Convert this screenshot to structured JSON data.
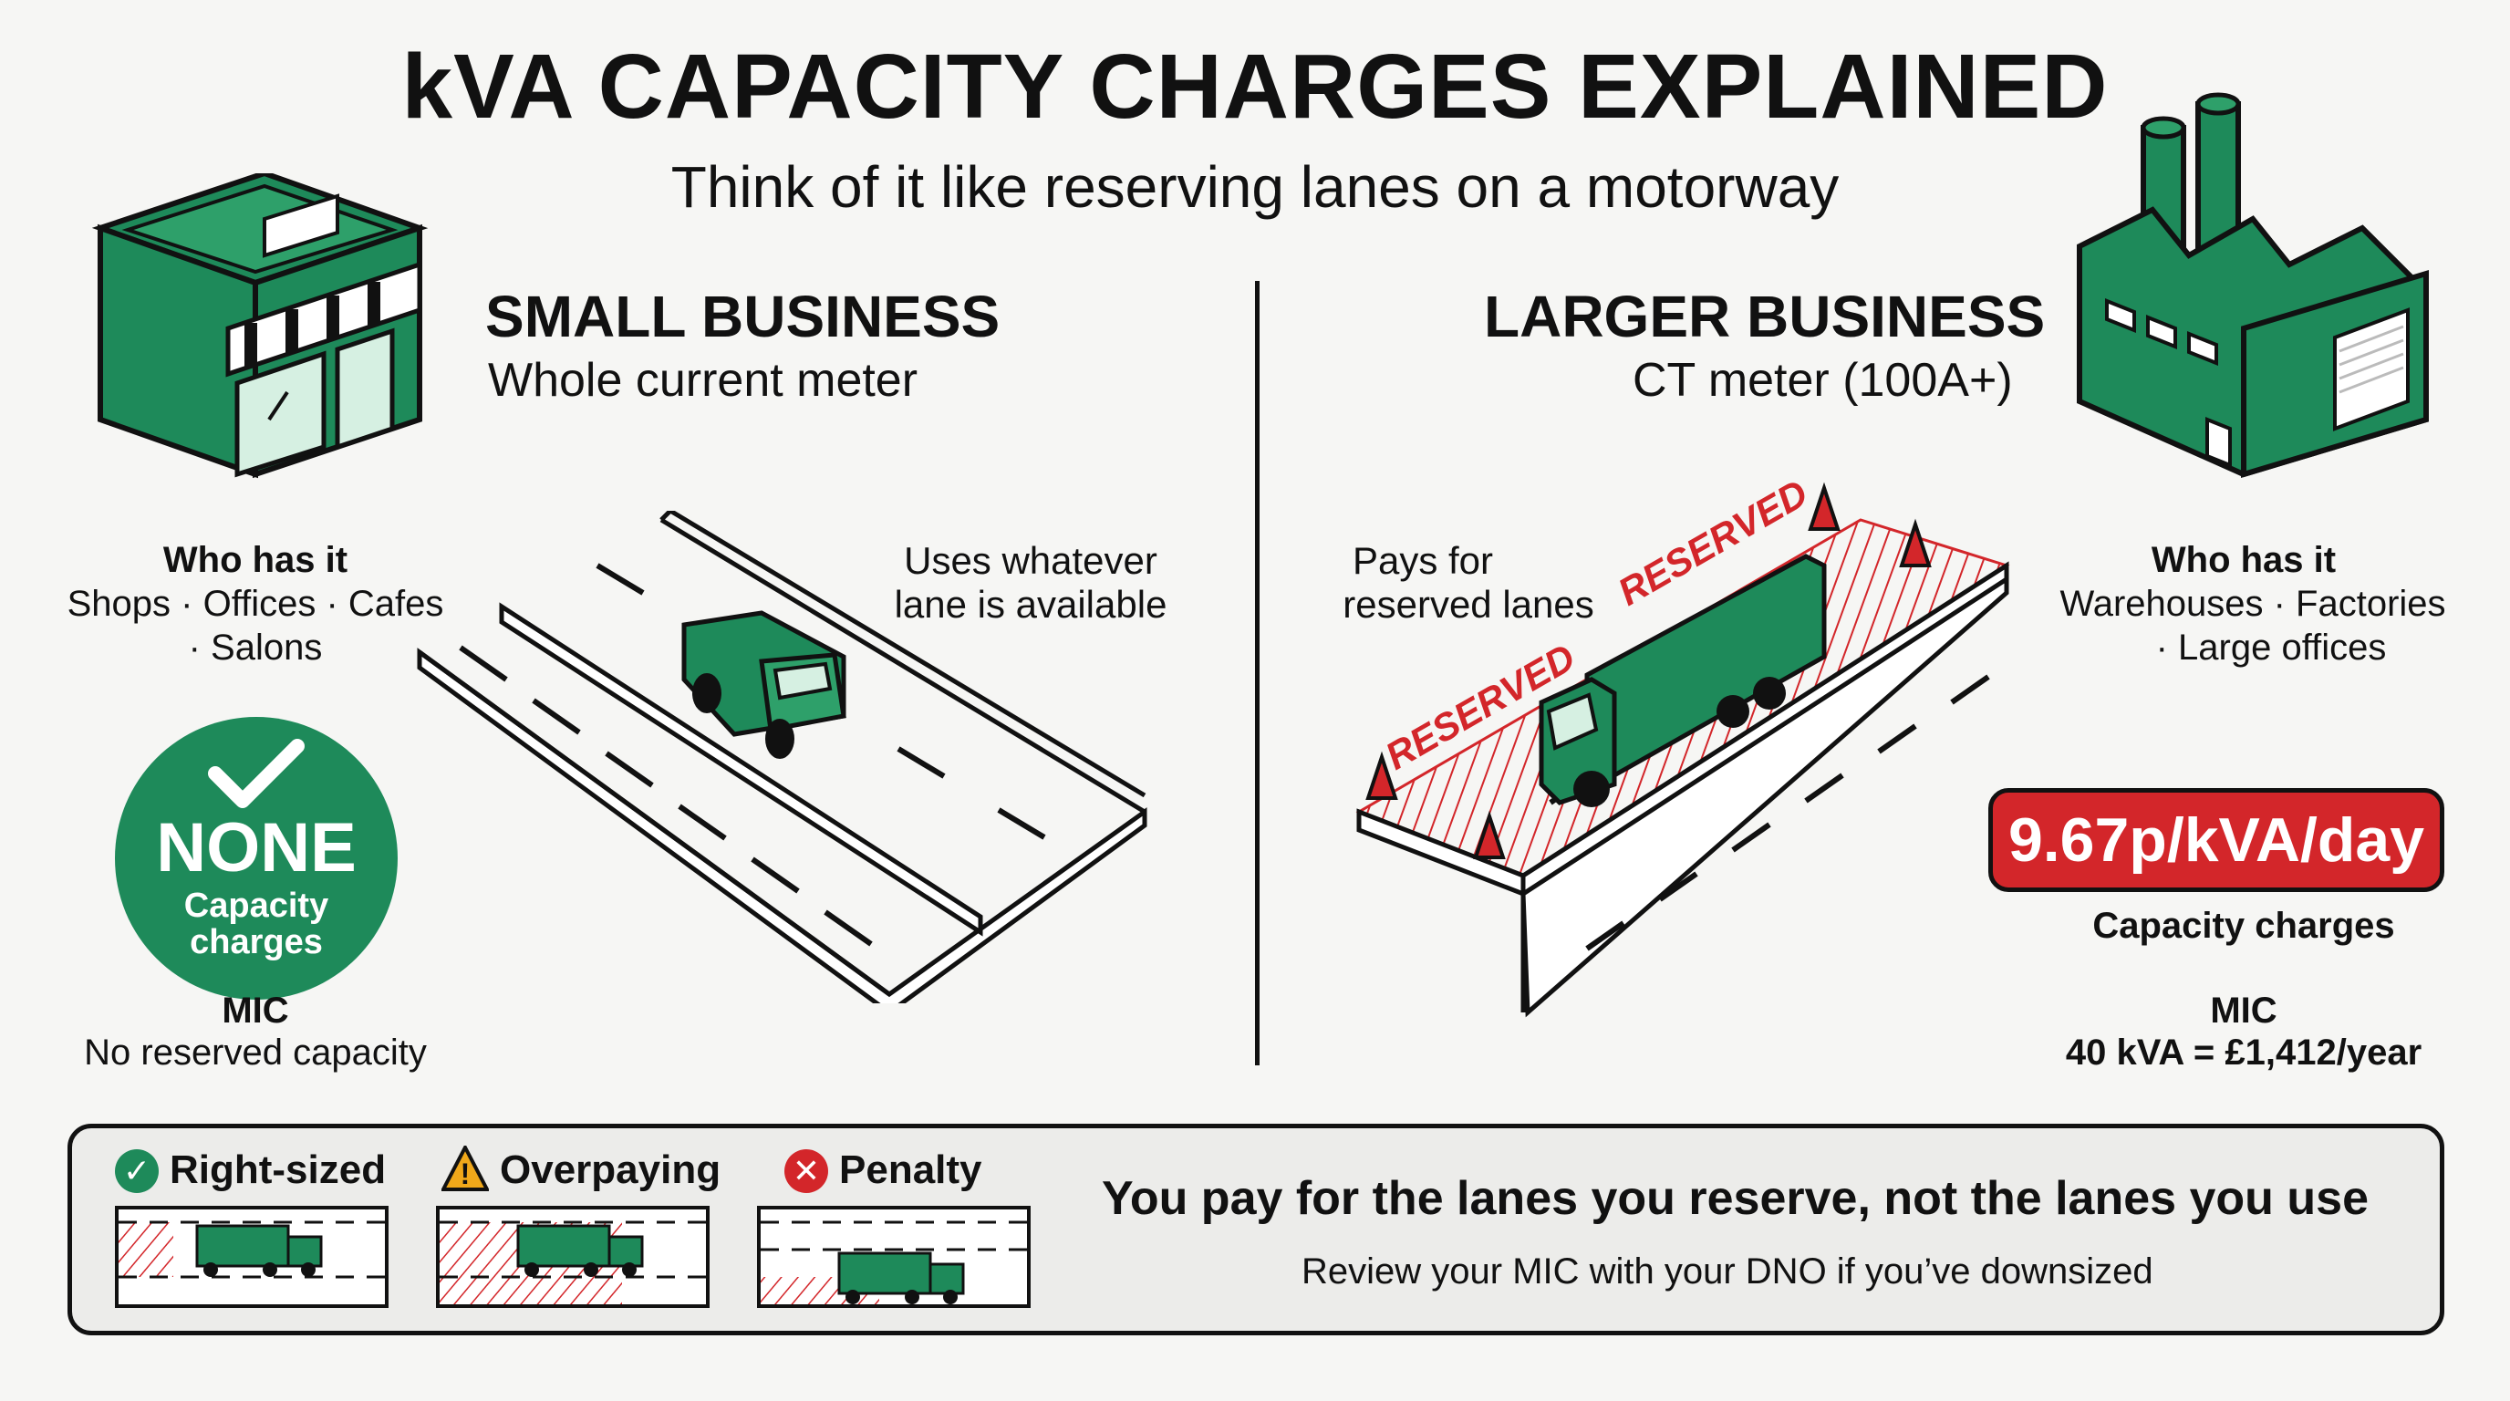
{
  "title": "kVA CAPACITY CHARGES EXPLAINED",
  "subtitle": "Think of it like reserving lanes on a motorway",
  "colors": {
    "green": "#1e8a5a",
    "red": "#d3262a",
    "ink": "#111111",
    "background": "#f6f6f4"
  },
  "small": {
    "heading": "SMALL BUSINESS",
    "meter": "Whole current meter",
    "who_title": "Who has it",
    "who_line1": "Shops · Offices · Cafes",
    "who_line2": "· Salons",
    "road_line1": "Uses whatever",
    "road_line2": "lane is available",
    "badge_value": "NONE",
    "badge_line1": "Capacity",
    "badge_line2": "charges",
    "mic_title": "MIC",
    "mic_text": "No reserved capacity"
  },
  "large": {
    "heading": "LARGER BUSINESS",
    "meter": "CT meter (100A+)",
    "road_line1": "Pays for",
    "road_line2": "reserved lanes",
    "reserved_label": "RESERVED",
    "who_title": "Who has it",
    "who_line1": "Warehouses · Factories",
    "who_line2": "· Large offices",
    "rate": "9.67p/kVA/day",
    "rate_caption": "Capacity charges",
    "mic_title": "MIC",
    "mic_text": "40 kVA = £1,412/year"
  },
  "legend": [
    {
      "label": "Right-sized",
      "icon": "check-icon"
    },
    {
      "label": "Overpaying",
      "icon": "warning-icon"
    },
    {
      "label": "Penalty",
      "icon": "cross-icon"
    }
  ],
  "bottom": {
    "headline": "You pay for the lanes you reserve, not the lanes you use",
    "note": "Review your MIC with your DNO if you’ve downsized"
  }
}
